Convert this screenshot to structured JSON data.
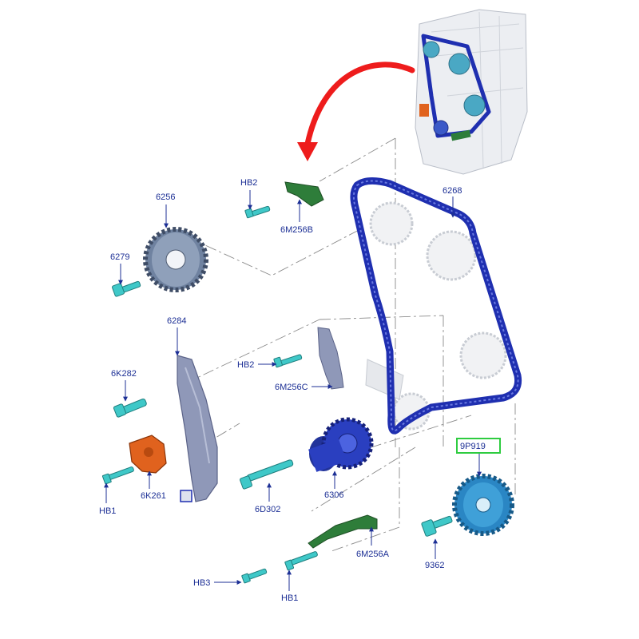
{
  "labels": {
    "hb2_top": "HB2",
    "m256b": "6M256B",
    "p6256": "6256",
    "p6279": "6279",
    "p6268": "6268",
    "p6284": "6284",
    "hb2_mid": "HB2",
    "m256c": "6M256C",
    "k282": "6K282",
    "k261": "6K261",
    "hb1_left": "HB1",
    "d302": "6D302",
    "p6306": "6306",
    "p9p919": "9P919",
    "m256a": "6M256A",
    "p9362": "9362",
    "hb3": "HB3",
    "hb1_bottom": "HB1"
  },
  "colors": {
    "label_text": "#1c2f95",
    "chain": "#1f2fb0",
    "highlight_box": "#2ecc40",
    "arrow": "#ee1c1c",
    "bolt": "#3fc8c8",
    "guide_green": "#2e7d3a",
    "tensioner_orange": "#e0621e",
    "sprocket_blue": "#2a7fc0",
    "sprocket_gray": "#7e8ea6"
  },
  "icons": [
    "engine-thumbnail",
    "curved-arrow",
    "sprocket",
    "bolt",
    "timing-chain",
    "chain-guide",
    "chain-tensioner"
  ]
}
